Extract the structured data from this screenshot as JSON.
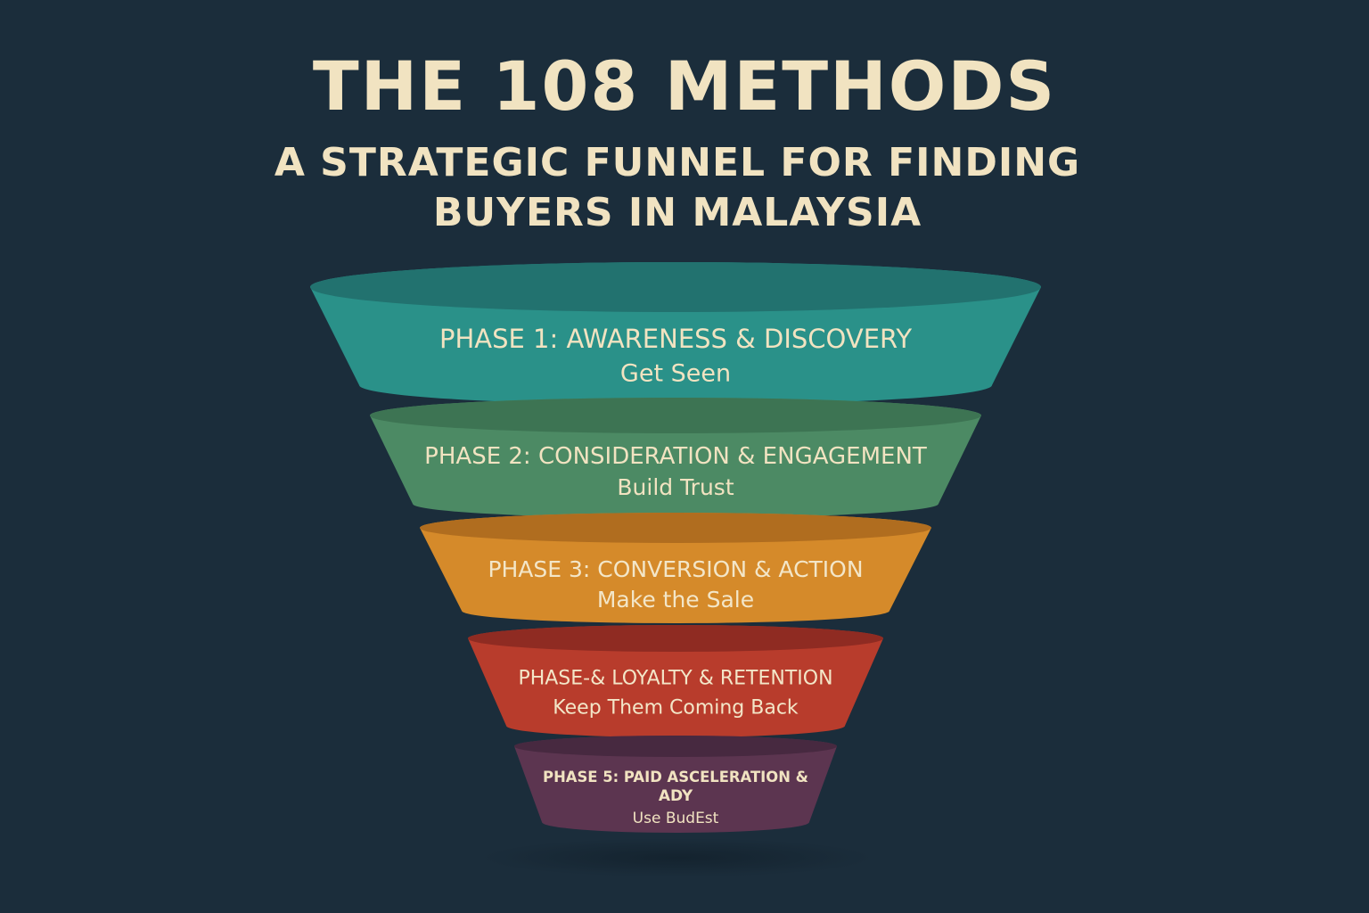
{
  "header": {
    "title": "THE 108 METHODS",
    "subtitle": "A STRATEGIC FUNNEL FOR FINDING BUYERS IN MALAYSIA"
  },
  "funnel": {
    "stages": [
      {
        "title": "PHASE 1: AWARENESS & DISCOVERY",
        "subtitle": "Get Seen",
        "color": "#2a9189",
        "top_color": "#22726f",
        "text_color": "#f1e3c1"
      },
      {
        "title": "PHASE 2: CONSIDERATION & ENGAGEMENT",
        "subtitle": "Build Trust",
        "color": "#4c8a64",
        "top_color": "#3d7453",
        "text_color": "#f1e3c1"
      },
      {
        "title": "PHASE 3: CONVERSION & ACTION",
        "subtitle": "Make the Sale",
        "color": "#d58a2a",
        "top_color": "#b06d1f",
        "text_color": "#f3e6c8"
      },
      {
        "title": "PHASE-& LOYALTY & RETENTION",
        "subtitle": "Keep Them Coming Back",
        "color": "#b83c2c",
        "top_color": "#8f2b22",
        "text_color": "#f3e6c8"
      },
      {
        "title": "PHASE 5: PAID ASCELERATION &",
        "title_line2": "ADY",
        "subtitle": "Use BudEst",
        "color": "#5c3550",
        "top_color": "#472940",
        "text_color": "#f1e3c1"
      }
    ]
  }
}
